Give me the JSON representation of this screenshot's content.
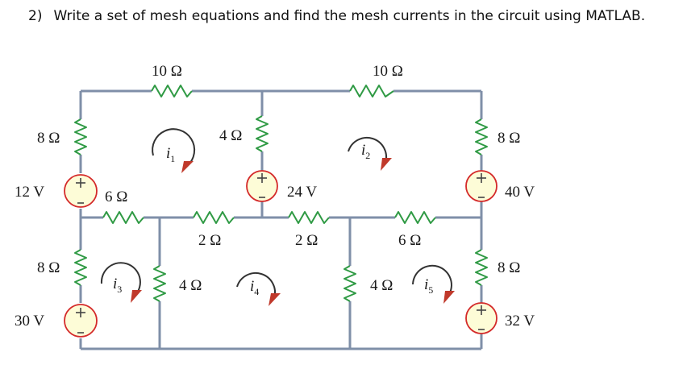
{
  "question": {
    "number": "2)",
    "text": "Write a set of mesh equations and find the mesh currents in the circuit using MATLAB."
  },
  "labels": {
    "r_top_left": "10 Ω",
    "r_top_right": "10 Ω",
    "r_left_upper": "8 Ω",
    "r_mid_upper": "4 Ω",
    "r_right_upper": "8 Ω",
    "v_left_upper": "12 V",
    "v_mid": "24 V",
    "v_right_upper": "40 V",
    "r_h_left": "6 Ω",
    "r_h_2a": "2 Ω",
    "r_h_2b": "2 Ω",
    "r_h_right": "6 Ω",
    "r_left_lower": "8 Ω",
    "r_mid_lower_a": "4 Ω",
    "r_mid_lower_b": "4 Ω",
    "r_right_lower": "8 Ω",
    "v_left_lower": "30 V",
    "v_right_lower": "32 V"
  },
  "currents": [
    {
      "letter": "i",
      "sub": "1"
    },
    {
      "letter": "i",
      "sub": "2"
    },
    {
      "letter": "i",
      "sub": "3"
    },
    {
      "letter": "i",
      "sub": "4"
    },
    {
      "letter": "i",
      "sub": "5"
    }
  ],
  "source_signs": {
    "plus": "+",
    "minus": "−"
  },
  "colors": {
    "wire": "#7f8fa8",
    "resistor": "#2f9a44",
    "arrow": "#c0392b",
    "source_fill": "#fdfcd7",
    "source_stroke": "#d42a2a"
  }
}
